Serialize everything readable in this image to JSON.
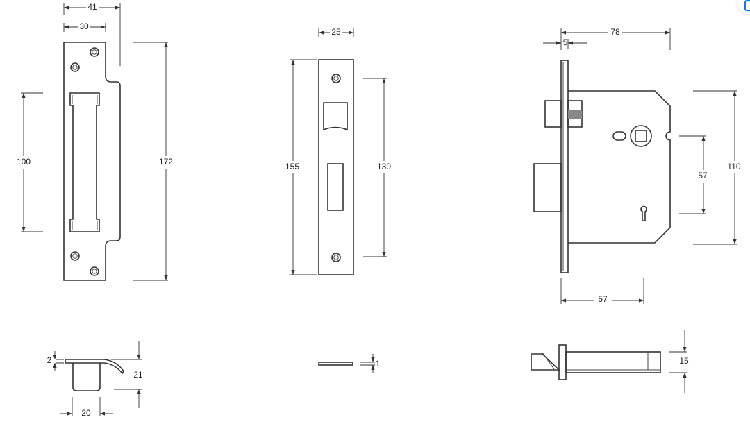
{
  "strike_plate": {
    "width_overall": "41",
    "width_plate": "30",
    "slot_height": "100",
    "height": "172"
  },
  "forend_plate": {
    "width": "25",
    "height": "155",
    "hole_centres": "130"
  },
  "lock_case": {
    "depth": "78",
    "forend_thickness": "5",
    "case_height": "110",
    "follower_to_keyhole": "57",
    "backset": "57"
  },
  "strike_profile": {
    "thickness": "2",
    "lip_depth": "21",
    "box_width": "20"
  },
  "forend_profile": {
    "thickness": "1"
  },
  "latch_profile": {
    "height": "15"
  },
  "colors": {
    "line": "#333333",
    "widget": "#1a73e8"
  }
}
